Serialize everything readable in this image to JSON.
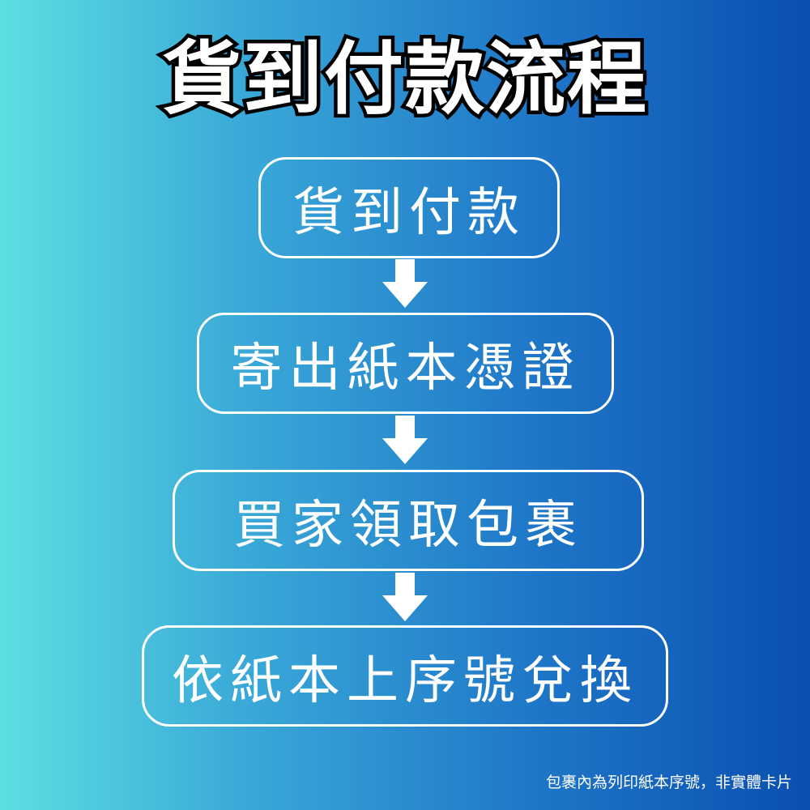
{
  "title": "貨到付款流程",
  "steps": [
    {
      "label": "貨到付款"
    },
    {
      "label": "寄出紙本憑證"
    },
    {
      "label": "買家領取包裹"
    },
    {
      "label": "依紙本上序號兌換"
    }
  ],
  "footnote": "包裹內為列印紙本序號，非實體卡片",
  "colors": {
    "gradient_start": "#5ddfe1",
    "gradient_end": "#0a4fb0",
    "text": "#ffffff",
    "title_outline": "#000000",
    "arrow": "#ffffff"
  },
  "icons": {
    "connector": "arrow-down-icon"
  }
}
